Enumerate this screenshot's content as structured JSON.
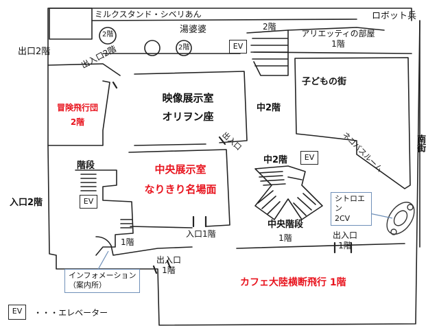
{
  "places": {
    "milk_stand": "ミルクスタンド・シベリあん",
    "robot_soldier": "ロボット兵",
    "yubaba": "湯婆婆",
    "floor2_a": "2階",
    "floor2_b": "2階",
    "floor2_stairs_top": "2階",
    "arrietty_room_line1": "アリエッティの部屋",
    "arrietty_room_line2": "1階",
    "exit_2f": "出口2階",
    "entrance_2f_nw": "出入口2階",
    "cinema_line1": "映像展示室",
    "cinema_line2": "オリヲン座",
    "middle_2f": "中2階",
    "kodomo_street": "子どもの街",
    "adventure_line1": "冒険飛行団",
    "adventure_line2": "2階",
    "catbus_room": "ネコバスルーム",
    "south_street": "南街",
    "entrance_cinema": "出入口",
    "middle_2f_b": "中2階",
    "stairs_label": "階段",
    "center_hall_line1": "中央展示室",
    "center_hall_line2": "なりきり名場面",
    "entrance_left_2f": "入口2階",
    "entrance_center_1f": "入口1階",
    "central_stairs_line1": "中央階段",
    "central_stairs_line2": "1階",
    "citroen_line1": "シトロエン",
    "citroen_line2": "2CV",
    "entrance_right_line1": "出入口",
    "entrance_right_line2": "1階",
    "floor1_left": "1階",
    "info_line1": "インフォメーション",
    "info_line2": "（案内所）",
    "entrance_bottom_line1": "出入口",
    "entrance_bottom_line2": "1階",
    "cafe": "カフェ大陸横断飛行 1階"
  },
  "elevators": {
    "ev_top": "EV",
    "ev_middle": "EV",
    "ev_left": "EV"
  },
  "legend": {
    "ev_box": "EV",
    "ev_text": "・・・エレベーター"
  },
  "colors": {
    "red_label": "#e8141e",
    "callout_border": "#6e8fb8"
  }
}
